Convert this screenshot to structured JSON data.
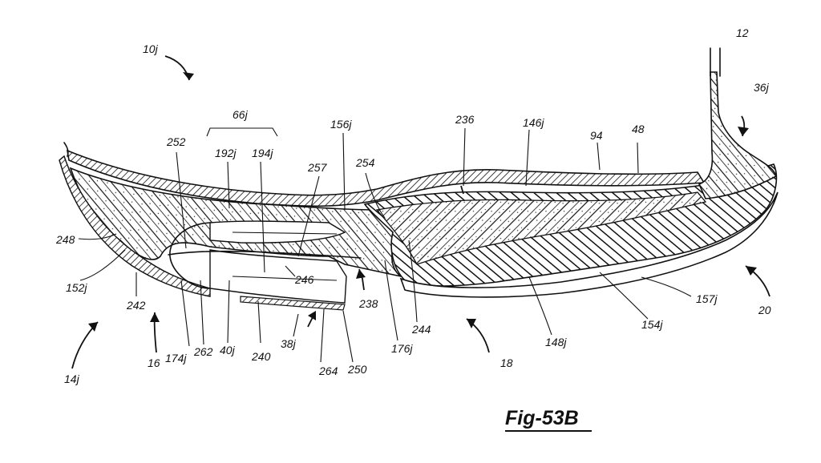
{
  "figure": {
    "caption": "Fig-53B",
    "ref_labels": [
      {
        "id": "r10j",
        "text": "10j"
      },
      {
        "id": "r12",
        "text": "12"
      },
      {
        "id": "r36j",
        "text": "36j"
      },
      {
        "id": "r66j",
        "text": "66j"
      },
      {
        "id": "r192j",
        "text": "192j"
      },
      {
        "id": "r194j",
        "text": "194j"
      },
      {
        "id": "r252",
        "text": "252"
      },
      {
        "id": "r257",
        "text": "257"
      },
      {
        "id": "r156j",
        "text": "156j"
      },
      {
        "id": "r254",
        "text": "254"
      },
      {
        "id": "r236",
        "text": "236"
      },
      {
        "id": "r146j",
        "text": "146j"
      },
      {
        "id": "r94",
        "text": "94"
      },
      {
        "id": "r48",
        "text": "48"
      },
      {
        "id": "r248",
        "text": "248"
      },
      {
        "id": "r152j",
        "text": "152j"
      },
      {
        "id": "r242",
        "text": "242"
      },
      {
        "id": "r14j",
        "text": "14j"
      },
      {
        "id": "r16",
        "text": "16"
      },
      {
        "id": "r174j",
        "text": "174j"
      },
      {
        "id": "r262",
        "text": "262"
      },
      {
        "id": "r40j",
        "text": "40j"
      },
      {
        "id": "r246",
        "text": "246"
      },
      {
        "id": "r240",
        "text": "240"
      },
      {
        "id": "r38j",
        "text": "38j"
      },
      {
        "id": "r264",
        "text": "264"
      },
      {
        "id": "r250",
        "text": "250"
      },
      {
        "id": "r238",
        "text": "238"
      },
      {
        "id": "r176j",
        "text": "176j"
      },
      {
        "id": "r244",
        "text": "244"
      },
      {
        "id": "r18",
        "text": "18"
      },
      {
        "id": "r148j",
        "text": "148j"
      },
      {
        "id": "r154j",
        "text": "154j"
      },
      {
        "id": "r157j",
        "text": "157j"
      },
      {
        "id": "r20",
        "text": "20"
      }
    ]
  }
}
